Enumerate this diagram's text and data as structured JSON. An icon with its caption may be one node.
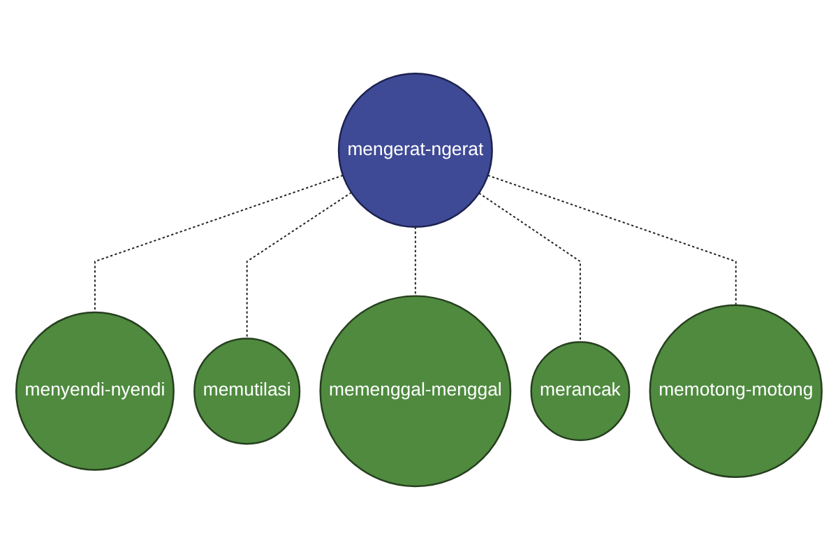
{
  "diagram": {
    "nodes": [
      {
        "text": [
          "menyendi-nyendi"
        ]
      },
      {
        "text": [
          "memutilasi"
        ]
      },
      {
        "text": [
          "mengerat-ngerat"
        ]
      },
      {
        "text": [
          "memenggal-menggal"
        ]
      },
      {
        "text": [
          "merancak"
        ]
      },
      {
        "text": [
          "memotong-motong"
        ]
      }
    ],
    "edges": [
      {
        "from": 2,
        "to": 0,
        "arrow": "none",
        "style": "dashed"
      },
      {
        "from": 2,
        "to": 1,
        "arrow": "none",
        "style": "dashed"
      },
      {
        "from": 2,
        "to": 3,
        "arrow": "none",
        "style": "dashed"
      },
      {
        "from": 2,
        "to": 4,
        "arrow": "none",
        "style": "dashed"
      },
      {
        "from": 2,
        "to": 5,
        "arrow": "none",
        "style": "dashed"
      }
    ]
  }
}
